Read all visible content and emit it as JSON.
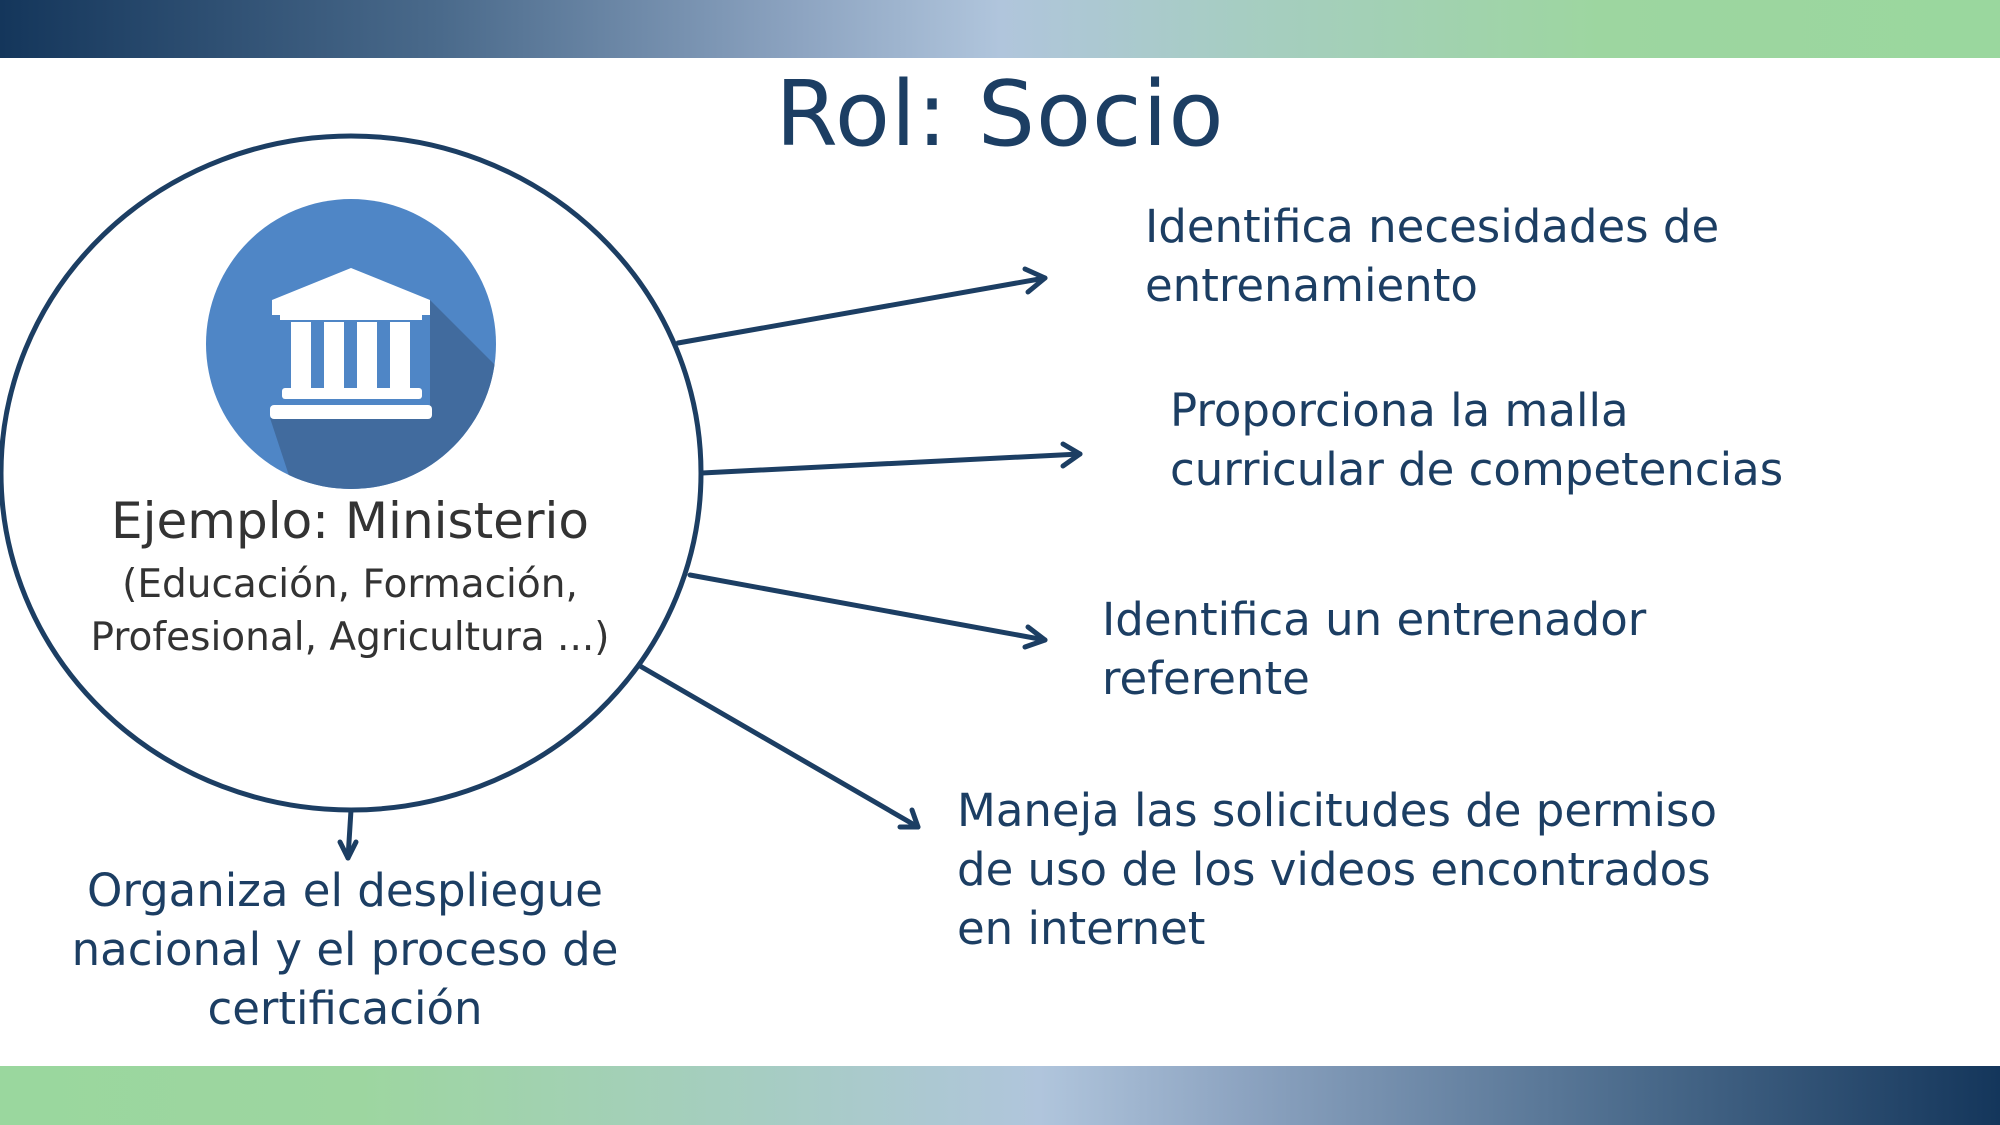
{
  "slide": {
    "title": "Rol: Socio",
    "colors": {
      "title": "#1c3e63",
      "arrow": "#1c3e63",
      "icon_circle": "#4f86c6",
      "icon_shadow": "#416b9e",
      "body_text": "#333333",
      "gradient_dark": "#14365b",
      "gradient_mid": "#b0c5dc",
      "gradient_light": "#9ad79e"
    }
  },
  "center": {
    "icon": "government-building-icon",
    "label": "Ejemplo: Ministerio",
    "sublabel_line1": "(Educación, Formación,",
    "sublabel_line2": "Profesional, Agricultura ...)"
  },
  "roles": [
    {
      "line1": "Identifica necesidades de",
      "line2": "entrenamiento"
    },
    {
      "line1": "Proporciona la malla",
      "line2": "curricular de competencias"
    },
    {
      "line1": "Identifica un entrenador",
      "line2": "referente"
    },
    {
      "line1": "Maneja las solicitudes de permiso",
      "line2": "de uso de los videos encontrados",
      "line3": "en internet"
    },
    {
      "line1": "Organiza el despliegue",
      "line2": "nacional y el proceso de",
      "line3": "certificación"
    }
  ]
}
